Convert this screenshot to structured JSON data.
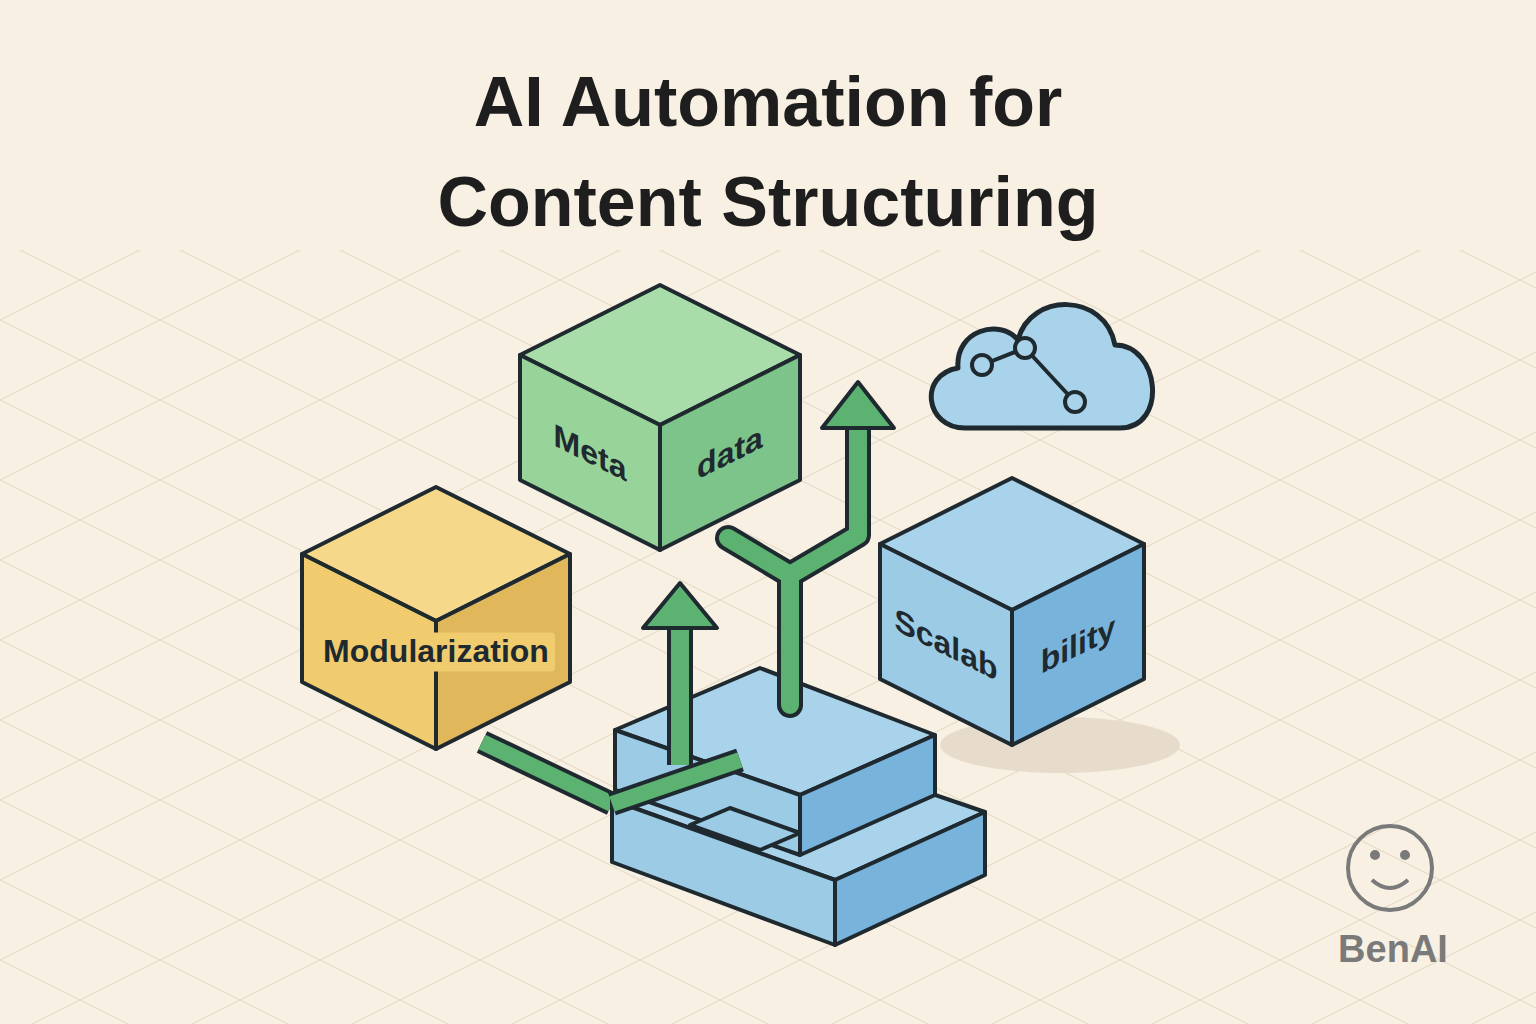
{
  "diagram": {
    "title": "AI Automation for Content Structuring",
    "nodes": [
      {
        "text": [
          "Meta",
          "data"
        ]
      },
      {
        "text": [
          "Modularization"
        ]
      },
      {
        "text": [
          "Scalab",
          "bility"
        ]
      }
    ],
    "labels": [
      "BenAI"
    ]
  }
}
